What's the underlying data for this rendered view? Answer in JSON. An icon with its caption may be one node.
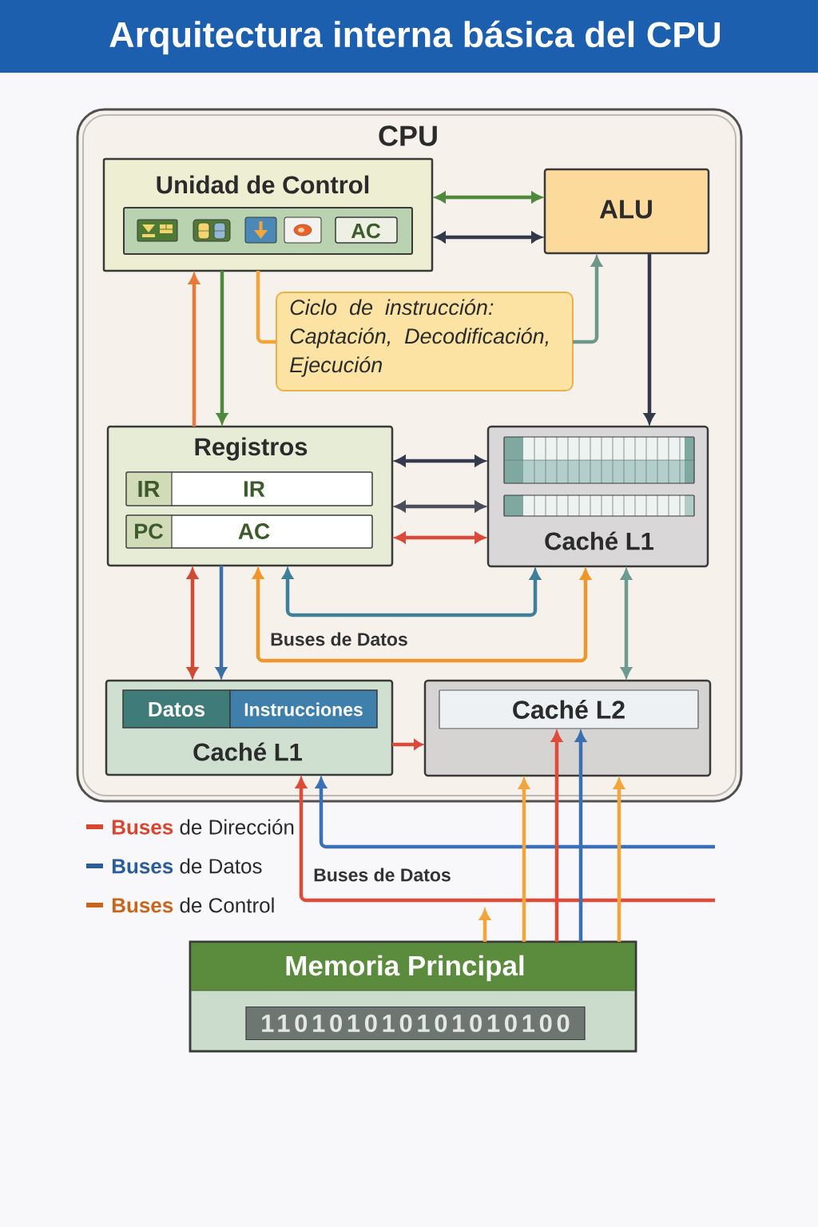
{
  "diagram": {
    "title": "Arquitectura interna básica del CPU",
    "nodes": [
      {
        "text": [
          "CPU"
        ]
      },
      {
        "text": [
          "Unidad de Control"
        ],
        "in": 0
      },
      {
        "text": [
          "AC"
        ],
        "in": 1
      },
      {
        "text": [
          "ALU"
        ],
        "in": 0
      },
      {
        "text": [
          "Ciclo de instrucción: Captación, Decodificación, Ejecución"
        ],
        "in": 0
      },
      {
        "text": [
          "Registros"
        ],
        "in": 0
      },
      {
        "text": [
          "IR",
          "IR"
        ],
        "in": 5
      },
      {
        "text": [
          "PC",
          "AC"
        ],
        "in": 5
      },
      {
        "text": [
          "Caché L1"
        ],
        "in": 0
      },
      {
        "text": [
          "Caché L1"
        ],
        "in": 0
      },
      {
        "text": [
          "Datos"
        ],
        "in": 9
      },
      {
        "text": [
          "Instrucciones"
        ],
        "in": 9
      },
      {
        "text": [],
        "shape": "box",
        "in": 0
      },
      {
        "text": [
          "Caché L2"
        ],
        "in": 12
      },
      {
        "text": [
          "Memoria Principal",
          "110101010101010100"
        ]
      }
    ],
    "edges": [
      {
        "from": 1,
        "to": 3,
        "arrow": "both",
        "color": "#4f8a3c"
      },
      {
        "from": 1,
        "to": 3,
        "arrow": "both",
        "color": "#33394a"
      },
      {
        "from": 5,
        "to": 1,
        "arrow": "to",
        "color": "#e8793a"
      },
      {
        "from": 1,
        "to": 5,
        "arrow": "to",
        "color": "#4f8a3c"
      },
      {
        "from": 1,
        "to": 4,
        "arrow": "none",
        "color": "#f2a53a"
      },
      {
        "from": 4,
        "to": 3,
        "arrow": "to",
        "color": "#6e978a"
      },
      {
        "from": 3,
        "to": 8,
        "arrow": "to",
        "color": "#33394a"
      },
      {
        "from": 5,
        "to": 8,
        "arrow": "both",
        "color": "#353a4d"
      },
      {
        "from": 5,
        "to": 8,
        "arrow": "both",
        "color": "#4a4e5a"
      },
      {
        "from": 5,
        "to": 8,
        "arrow": "both",
        "color": "#d94a3a"
      },
      {
        "from": 5,
        "to": 9,
        "arrow": "both",
        "color": "#d04a34"
      },
      {
        "from": 5,
        "to": 9,
        "arrow": "to",
        "color": "#3a70a8"
      },
      {
        "from": 5,
        "to": 8,
        "arrow": "both",
        "color": "#f0952a"
      },
      {
        "from": 5,
        "to": 8,
        "arrow": "both",
        "color": "#3f7f9a"
      },
      {
        "from": 8,
        "to": 12,
        "arrow": "both",
        "color": "#6f9a90"
      },
      {
        "from": 9,
        "to": 12,
        "arrow": "to",
        "color": "#d94a3a"
      },
      {
        "from": 14,
        "to": 12,
        "arrow": "to",
        "color": "#f2a53a"
      },
      {
        "from": 14,
        "to": 13,
        "arrow": "to",
        "color": "#e04a38"
      },
      {
        "from": 14,
        "to": 13,
        "arrow": "to",
        "color": "#3a70b0"
      },
      {
        "from": 14,
        "to": 12,
        "arrow": "to",
        "color": "#f2a53a"
      },
      {
        "from": null,
        "to": 9,
        "arrow": "to",
        "color": "#e04a38"
      },
      {
        "from": null,
        "to": 9,
        "arrow": "to",
        "color": "#3a70b8"
      },
      {
        "from": 14,
        "to": null,
        "arrow": "to",
        "color": "#f2a53a"
      }
    ],
    "labels": [
      "Buses de Datos",
      "Buses de Datos"
    ],
    "legend": [
      {
        "text": "**Buses** de Dirección",
        "color": "#d9452f"
      },
      {
        "text": "**Buses** de Datos",
        "color": "#2b5d9a"
      },
      {
        "text": "**Buses** de Control",
        "color": "#c8661e"
      }
    ]
  }
}
